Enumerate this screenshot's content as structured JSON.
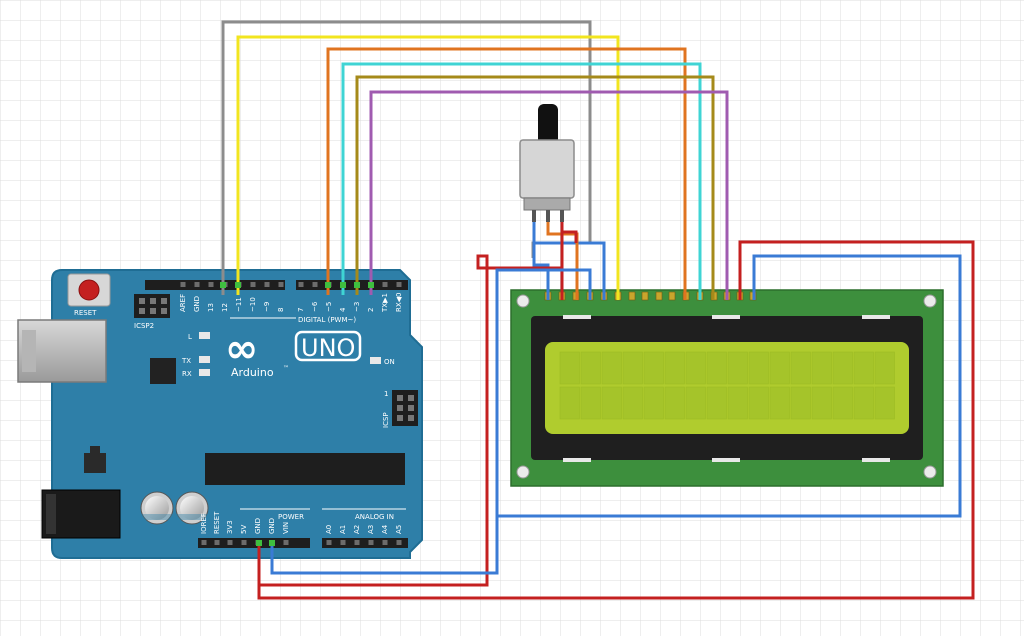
{
  "arduino": {
    "reset_label": "RESET",
    "icsp2_label": "ICSP2",
    "icsp_label": "ICSP",
    "led_l": "L",
    "led_tx": "TX",
    "led_rx": "RX",
    "led_on": "ON",
    "logo_infinity": "∞",
    "logo_uno": "UNO",
    "logo_text": "Arduino",
    "logo_tm": "™",
    "digital_label": "DIGITAL (PWM~)",
    "power_label": "POWER",
    "analog_label": "ANALOG IN",
    "digital_pins": [
      "AREF",
      "GND",
      "13",
      "12",
      "~11",
      "~10",
      "~9",
      "8",
      "7",
      "~6",
      "~5",
      "4",
      "~3",
      "2",
      "TX▶1",
      "RX◀0"
    ],
    "power_pins": [
      "IOREF",
      "RESET",
      "3V3",
      "5V",
      "GND",
      "GND",
      "VIN"
    ],
    "analog_pins": [
      "A0",
      "A1",
      "A2",
      "A3",
      "A4",
      "A5"
    ],
    "icsp_pin1": "1",
    "colors": {
      "board": "#2e7fa8",
      "board_edge": "#1f6d94",
      "header": "#1e1e1e"
    }
  },
  "lcd": {
    "colors": {
      "pcb": "#3d8f3d",
      "bezel": "#1f1f1f",
      "glass": "#b0cc2e",
      "glass_inner": "#a5c42a"
    },
    "rows": 2,
    "cols": 16
  },
  "wires": {
    "colors": {
      "gray": "#8c8c8c",
      "yellow": "#f2e51f",
      "orange": "#e07420",
      "cyan": "#3fd4d4",
      "olive": "#a58a1a",
      "purple": "#a05bb0",
      "red": "#c42020",
      "blue": "#3a7bd5"
    }
  }
}
